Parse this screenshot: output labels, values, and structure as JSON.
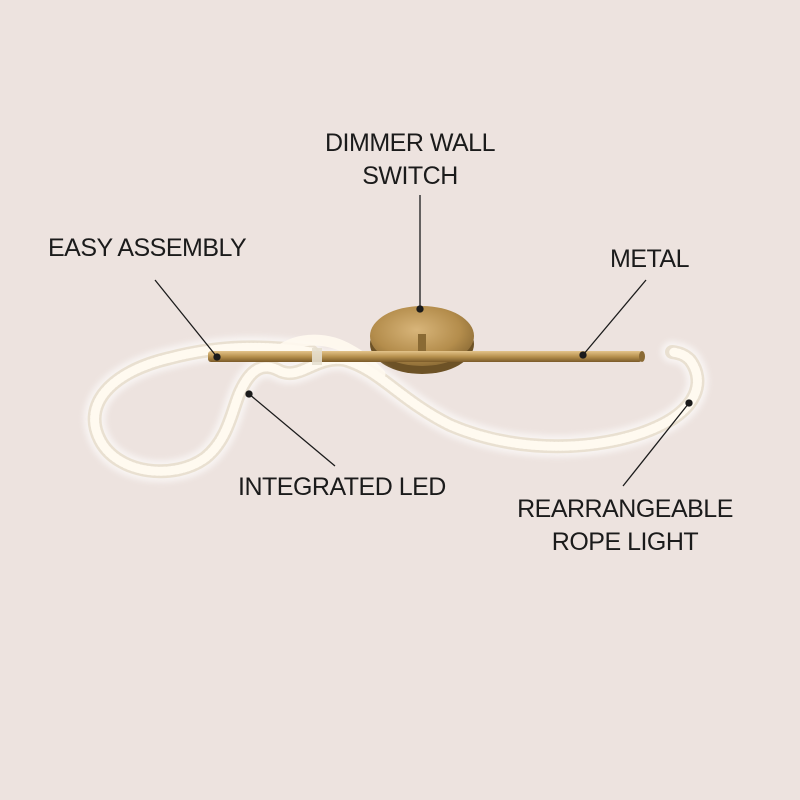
{
  "labels": {
    "dimmer_line1": "DIMMER WALL",
    "dimmer_line2": "SWITCH",
    "easy_assembly": "EASY ASSEMBLY",
    "metal": "METAL",
    "integrated_led": "INTEGRATED LED",
    "rope_line1": "REARRANGEABLE",
    "rope_line2": "ROPE LIGHT"
  },
  "colors": {
    "background": "#ede3df",
    "brass": "#b8924f",
    "rope": "#fbf6ec",
    "text": "#1b1b1b"
  }
}
